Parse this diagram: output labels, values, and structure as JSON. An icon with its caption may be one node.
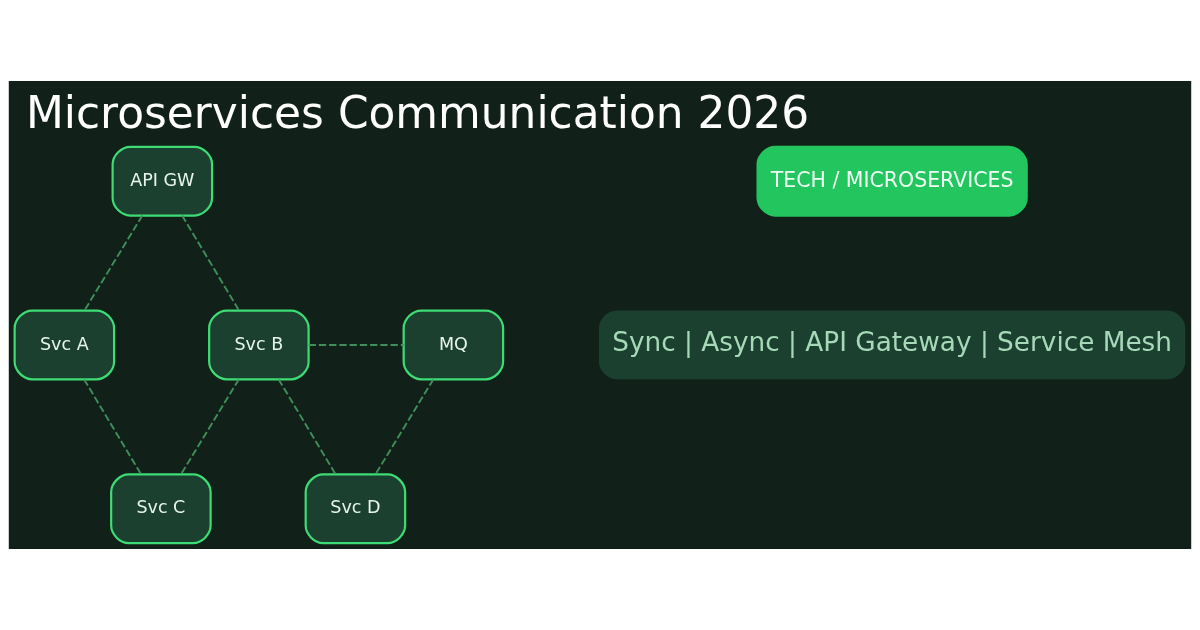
{
  "diagram": {
    "title": "Microservices Communication 2026",
    "nodes": [
      {
        "text": [
          "API GW"
        ]
      },
      {
        "text": [
          "Svc A"
        ]
      },
      {
        "text": [
          "Svc B"
        ]
      },
      {
        "text": [
          "MQ"
        ]
      },
      {
        "text": [
          "Svc C"
        ]
      },
      {
        "text": [
          "Svc D"
        ]
      }
    ],
    "edges": [
      {
        "from": 0,
        "to": 1,
        "arrow": "none",
        "style": "dashed"
      },
      {
        "from": 0,
        "to": 2,
        "arrow": "none",
        "style": "dashed"
      },
      {
        "from": 1,
        "to": 4,
        "arrow": "none",
        "style": "dashed"
      },
      {
        "from": 2,
        "to": 4,
        "arrow": "none",
        "style": "dashed"
      },
      {
        "from": 2,
        "to": 3,
        "arrow": "none",
        "style": "dashed"
      },
      {
        "from": 2,
        "to": 5,
        "arrow": "none",
        "style": "dashed"
      },
      {
        "from": 3,
        "to": 5,
        "arrow": "none",
        "style": "dashed"
      }
    ],
    "labels": [
      "TECH / MICROSERVICES",
      "Sync | Async | API Gateway | Service Mesh"
    ]
  }
}
